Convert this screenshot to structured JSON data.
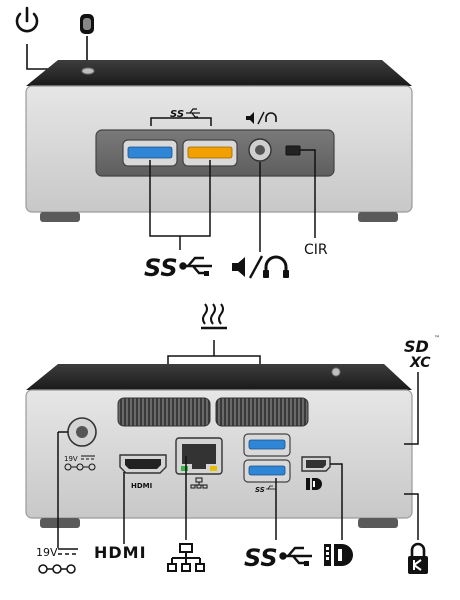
{
  "front_view": {
    "usb_top_label": "SS",
    "audio_top_label": "🔉/🎧",
    "usb_label": "SS",
    "audio_label": "◀)/∩",
    "cir_label": "CIR"
  },
  "back_view": {
    "dc_small_label": "19V",
    "hdmi_small_label": "HDMI",
    "usb_small_label": "SS",
    "dc_label": "19V",
    "hdmi_label": "HDMI",
    "usb_label": "SS",
    "sdxc_top": "SD",
    "sdxc_bottom": "XC",
    "sdxc_tm": "™"
  },
  "colors": {
    "usb_blue": "#2f86d6",
    "usb_orange": "#f2a000",
    "ethernet_led_green": "#3cb44a",
    "ethernet_led_yellow": "#e8c000"
  }
}
